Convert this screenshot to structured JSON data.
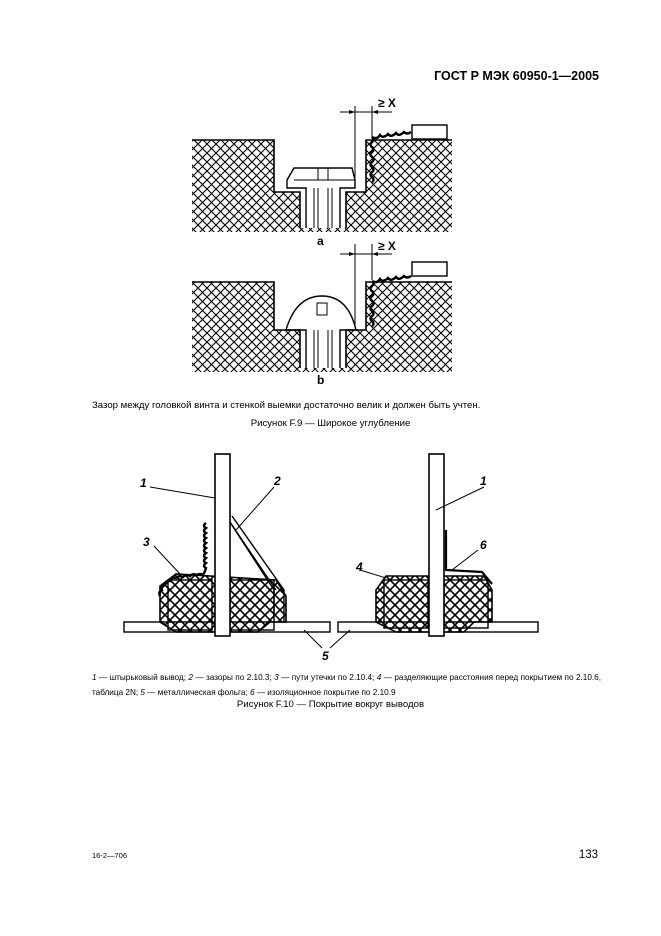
{
  "header": {
    "standard": "ГОСТ Р МЭК 60950-1—2005"
  },
  "figure_f9": {
    "dim_a": "≥ X",
    "dim_b": "≥ X",
    "label_a": "a",
    "label_b": "b",
    "note": "Зазор между головкой винта и стенкой выемки достаточно велик и должен быть учтен.",
    "caption": "Рисунок F.9 — Широкое углубление"
  },
  "figure_f10": {
    "callouts": [
      "1",
      "2",
      "3",
      "1",
      "6",
      "4",
      "5"
    ],
    "legend": {
      "n1": "1",
      "t1": " — штырьковый вывод; ",
      "n2": "2",
      "t2": " — зазоры по 2.10.3; ",
      "n3": "3",
      "t3": " — пути утечки по 2.10.4; ",
      "n4": "4",
      "t4": " — разделяющие расстояния перед покрытием по 2.10.6, таблица 2N; ",
      "n5": "5",
      "t5": " — металлическая фольга; ",
      "n6": "6",
      "t6": " — изоляционное покрытие по 2.10.9"
    },
    "caption": "Рисунок F.10 — Покрытие вокруг выводов"
  },
  "footer": {
    "code": "16-2—706",
    "page_number": "133"
  }
}
